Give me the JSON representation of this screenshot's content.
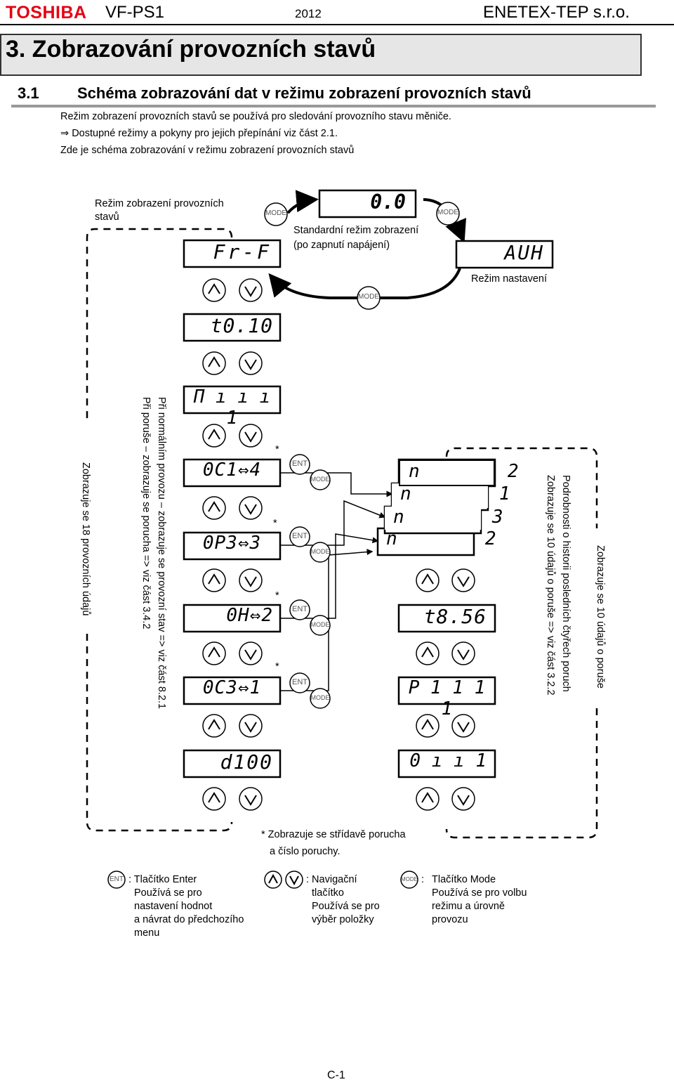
{
  "header": {
    "brand": "TOSHIBA",
    "model": "VF-PS1",
    "year": "2012",
    "company": "ENETEX-TEP s.r.o."
  },
  "chapter_title": "3. Zobrazování provozních stavů",
  "section": {
    "number": "3.1",
    "title": "Schéma zobrazování dat v režimu zobrazení provozních stavů"
  },
  "intro": {
    "line1": "Režim zobrazení provozních stavů se používá pro sledování provozního stavu měniče.",
    "line2_arrow": "⇒",
    "line2": "Dostupné režimy a pokyny pro jejich přepínání viz část 2.1.",
    "line3": "Zde je schéma zobrazování v režimu zobrazení provozních stavů"
  },
  "diagram": {
    "status_mode_label_1": "Režim zobrazení provozních",
    "status_mode_label_2": "stavů",
    "standard_mode_label_1": "Standardní režim zobrazení",
    "standard_mode_label_2": "(po zapnutí napájení)",
    "setting_mode_label": "Režim nastavení",
    "mode_key": "MODE",
    "ent_key": "ENT",
    "asterisk": "*",
    "displays": {
      "standard": "0.0",
      "setting": "AUH",
      "fr_f": "Fr-F",
      "t010": "t0.10",
      "m111": "П ı ı ı 1",
      "oc1": "0C1⇔4",
      "op3": "0P3⇔3",
      "oh": "0H⇔2",
      "oc3": "0C3⇔1",
      "d100": "d100",
      "hist_n2a": "n        2",
      "hist_n1": "n        1",
      "hist_n3": "n        3",
      "hist_n2b": "n        2",
      "t856": "t8.56",
      "p1111": "P 1 1 1 1",
      "o11": "0 ı ı 1"
    },
    "vert_left": "Zobrazuje se 18 provozních údajů",
    "vert_mid_1": "Při normálním provozu – zobrazuje se provozní stav => viz část 8.2.1",
    "vert_mid_2": "Při poruše – zobrazuje se porucha => viz část 3.4.2",
    "vert_right_1": "Podrobnosti o historii posledních čtyřech poruch",
    "vert_right_2": "Zobrazuje se 10 údajů o poruše => viz část 3.2.2",
    "vert_far_right": "Zobrazuje se 10 údajů o poruše",
    "footnote_1": "* Zobrazuje se střídavě porucha",
    "footnote_2": "a číslo poruchy."
  },
  "legend": {
    "ent_title": ": Tlačítko Enter",
    "ent_desc": [
      "Používá se pro",
      "nastavení hodnot",
      "a návrat do předchozího",
      "menu"
    ],
    "nav_title": ": Navigační",
    "nav_desc": [
      "tlačítko",
      "Používá se pro",
      "výběr položky"
    ],
    "mode_colon": ":",
    "mode_title": "Tlačítko Mode",
    "mode_desc": [
      "Používá se pro volbu",
      "režimu a úrovně",
      "provozu"
    ]
  },
  "page_number": "C-1"
}
